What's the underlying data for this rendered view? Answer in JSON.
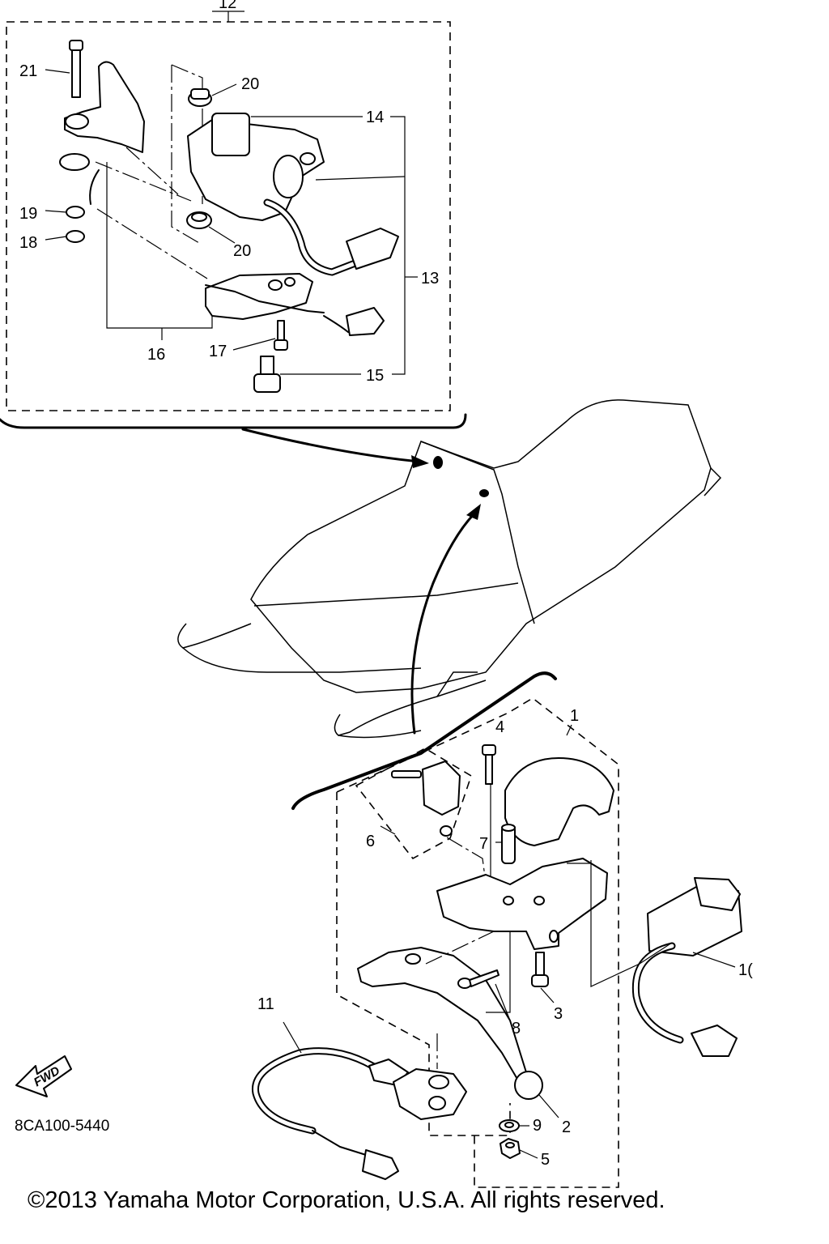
{
  "callouts": {
    "c1": "1",
    "c2": "2",
    "c3": "3",
    "c4": "4",
    "c5": "5",
    "c6": "6",
    "c7": "7",
    "c8": "8",
    "c9": "9",
    "c10": "1(",
    "c11": "11",
    "c12": "12",
    "c13": "13",
    "c14": "14",
    "c15": "15",
    "c16": "16",
    "c17": "17",
    "c18": "18",
    "c19": "19",
    "c20a": "20",
    "c20b": "20",
    "c21": "21"
  },
  "fwd_label": "FWD",
  "diagram_code": "8CA100-5440",
  "copyright": "©2013 Yamaha Motor Corporation, U.S.A. All rights reserved."
}
